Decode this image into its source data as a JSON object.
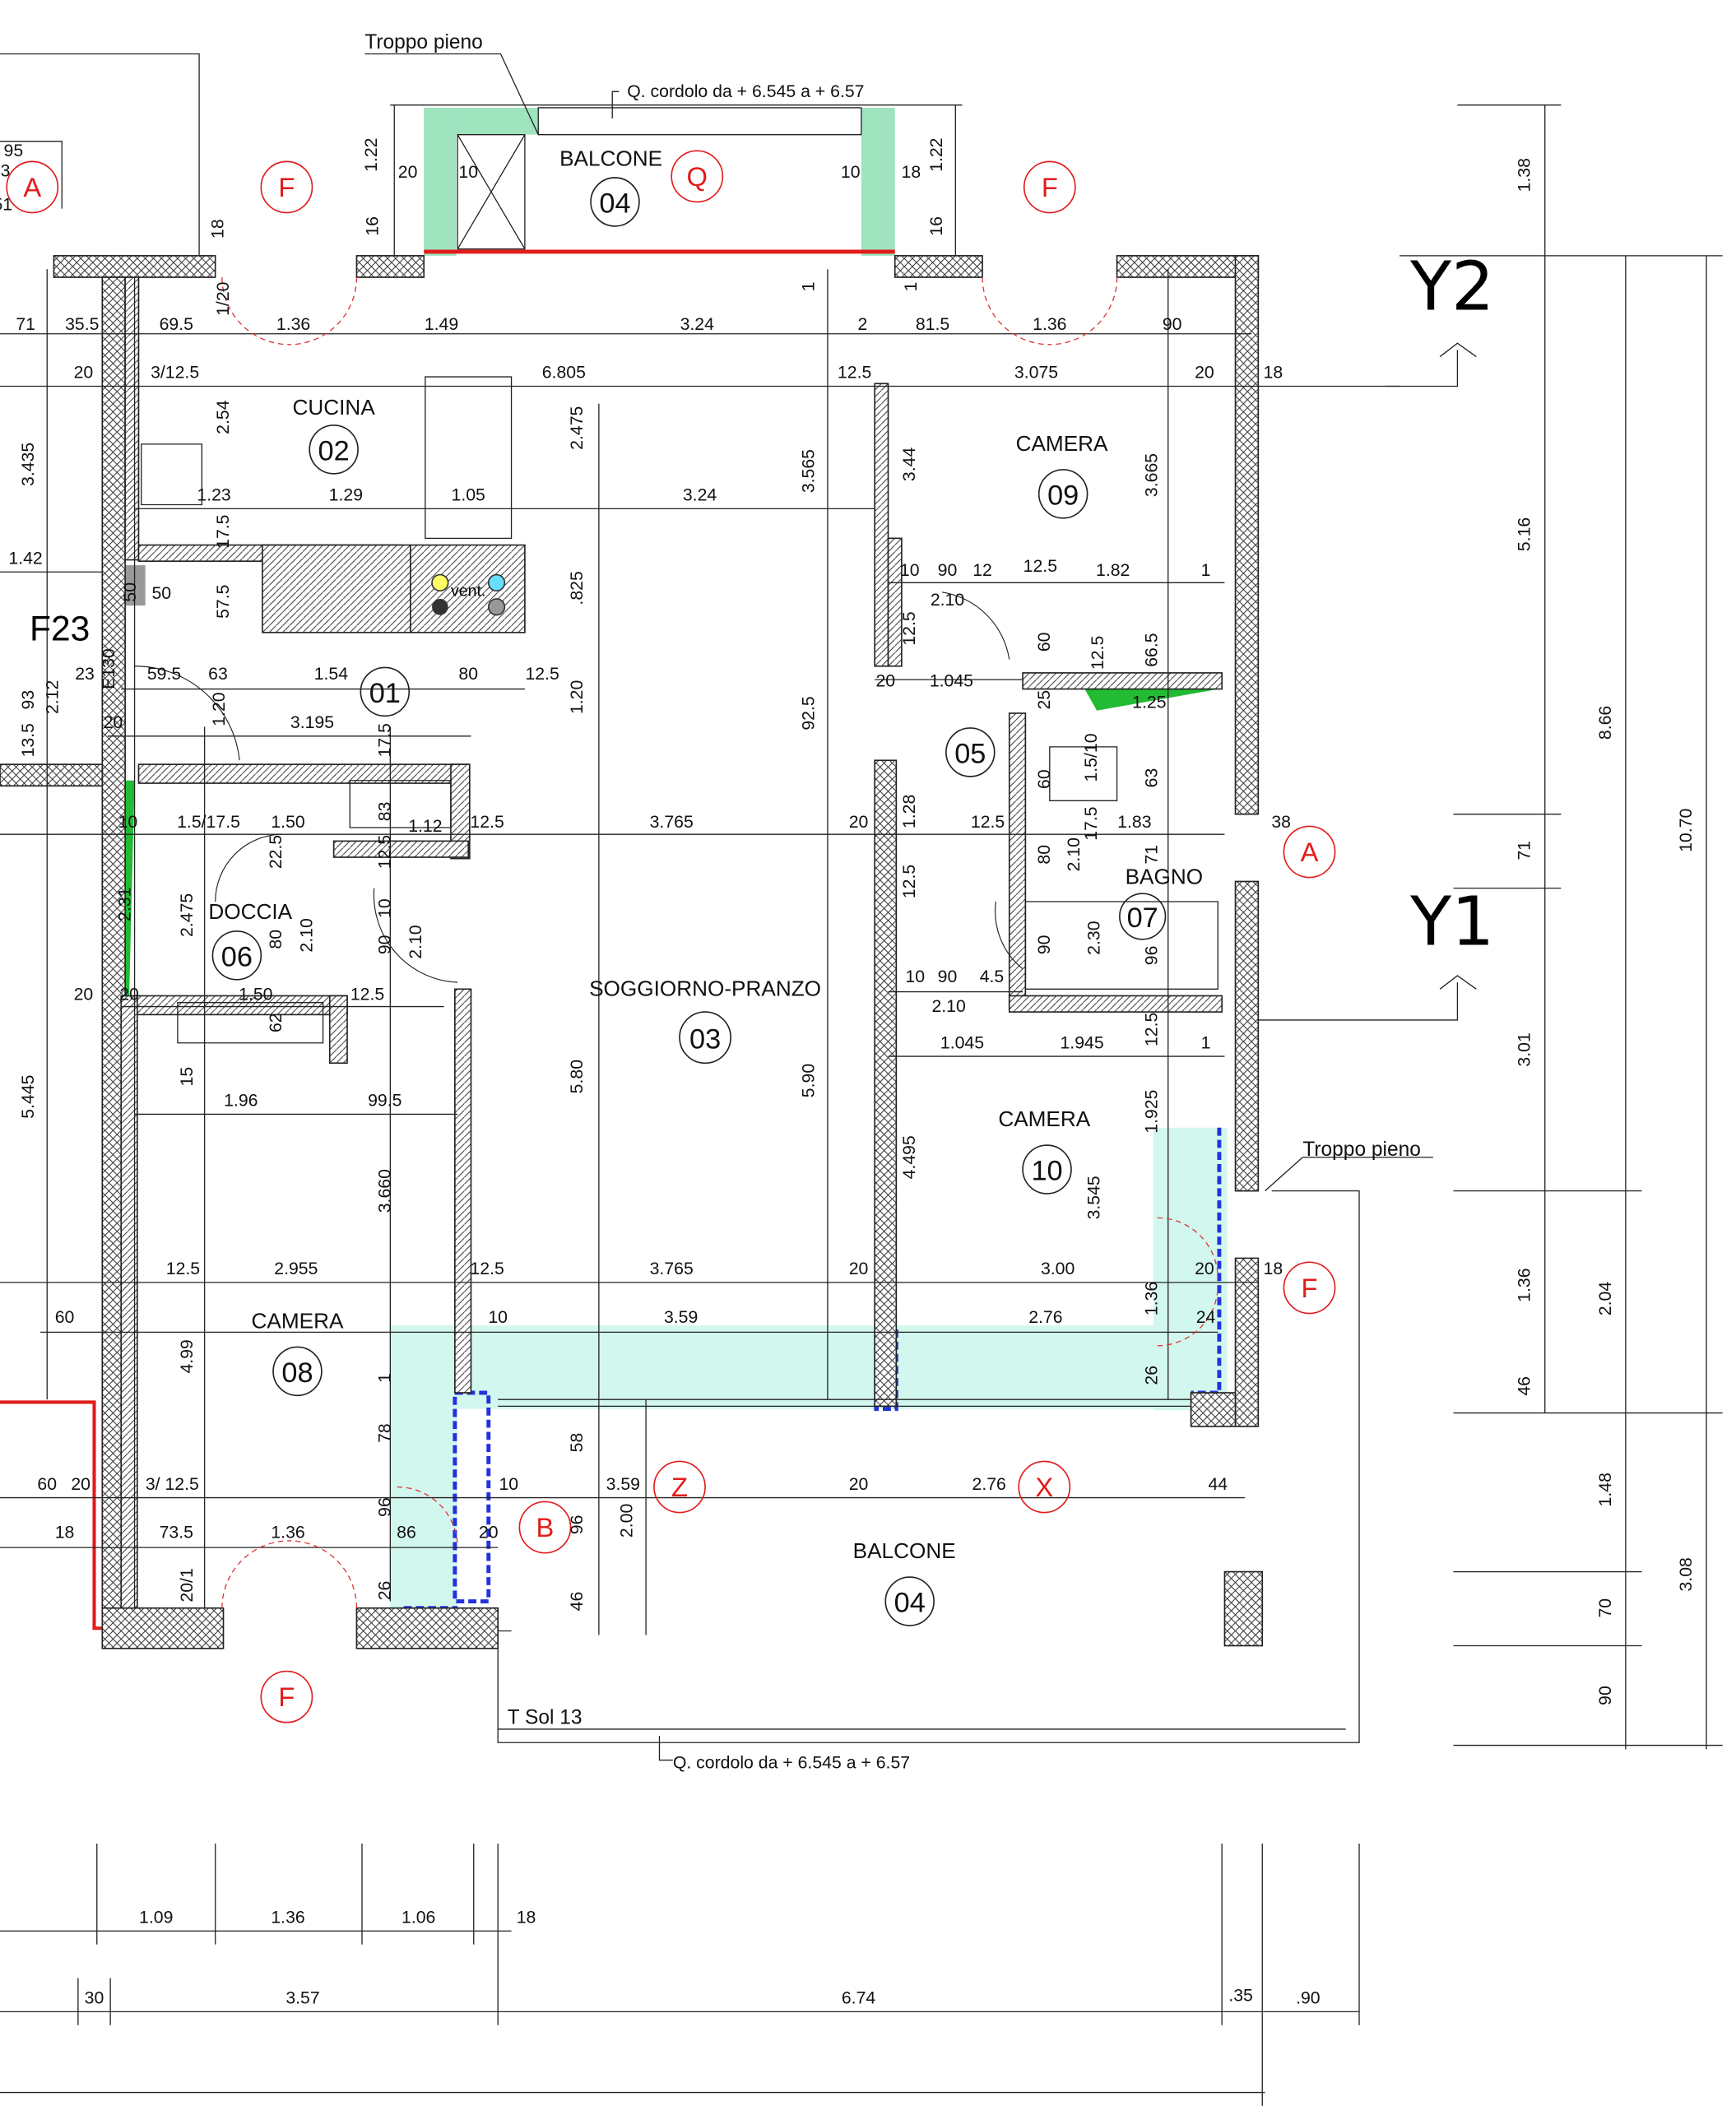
{
  "rooms": {
    "cucina": {
      "name": "CUCINA",
      "num": "02"
    },
    "soggiorno": {
      "name": "SOGGIORNO-PRANZO",
      "num": "03"
    },
    "balcone_top": {
      "name": "BALCONE",
      "num": "04"
    },
    "balcone_bottom": {
      "name": "BALCONE",
      "num": "04"
    },
    "ingresso": {
      "num": "01"
    },
    "disimpegno": {
      "num": "05"
    },
    "doccia": {
      "name": "DOCCIA",
      "num": "06"
    },
    "bagno": {
      "name": "BAGNO",
      "num": "07"
    },
    "camera08": {
      "name": "CAMERA",
      "num": "08"
    },
    "camera09": {
      "name": "CAMERA",
      "num": "09"
    },
    "camera10": {
      "name": "CAMERA",
      "num": "10"
    }
  },
  "markers": [
    "A",
    "F",
    "Q",
    "F",
    "A",
    "F",
    "B",
    "F",
    "Z",
    "X"
  ],
  "sections": {
    "y2": "Y2",
    "y1": "Y1"
  },
  "notes": {
    "troppo_pieno_top": "Troppo pieno",
    "troppo_pieno_right": "Troppo pieno",
    "cordolo_top": "Q. cordolo da + 6.545 a + 6.57",
    "cordolo_bottom": "Q. cordolo da + 6.545 a + 6.57",
    "t_sol": "T Sol 13",
    "vent": "vent.",
    "f23": "F23"
  },
  "colors": {
    "marker": "#e21b1b",
    "green": "#9fe3bf",
    "cyan": "#d2f7ee",
    "dashed": "#2233dd",
    "bright_green": "#22bb33"
  },
  "dims": [
    "95",
    "3",
    "51",
    "1.22",
    "20",
    "10",
    "10",
    "18",
    "1.22",
    "18",
    "16",
    "16",
    "1/20",
    "1",
    "1",
    "71",
    "35.5",
    "69.5",
    "1.36",
    "1.49",
    "3.24",
    "2",
    "81.5",
    "1.36",
    "90",
    "20",
    "3/12.5",
    "6.805",
    "12.5",
    "3.075",
    "20",
    "18",
    "3.435",
    "2.54",
    "2.475",
    "3.565",
    "3.44",
    "3.665",
    "1.23",
    "1.29",
    "1.05",
    "3.24",
    "1.42",
    "17.5",
    "57.5",
    "50",
    "50",
    ".825",
    "10",
    "90",
    "12",
    "12.5",
    "1.82",
    "1",
    "2.10",
    "60",
    "12.5",
    "66.5",
    "12.5",
    "23",
    "E130",
    "59.5",
    "63",
    "1.54",
    "80",
    "12.5",
    "20",
    "1.045",
    "93",
    "2.12",
    "1.20",
    "1.20",
    "92.5",
    "3.195",
    "20",
    "17.5",
    "13.5",
    "25",
    "1.25",
    "60",
    "1.5/10",
    "63",
    "17.5",
    "10",
    "1.5/17.5",
    "1.50",
    "83",
    "1.12",
    "12.5",
    "3.765",
    "20",
    "1.28",
    "12.5",
    "1.83",
    "38",
    "22.5",
    "12.5",
    "2.31",
    "2.475",
    "80",
    "2.10",
    "10",
    "90",
    "2.10",
    "80",
    "2.10",
    "71",
    "12.5",
    "90",
    "2.30",
    "96",
    "20",
    "20",
    "1.50",
    "12.5",
    "62",
    "10",
    "90",
    "4.5",
    "2.10",
    "12.5",
    "1.045",
    "1.945",
    "1",
    "15",
    "5.445",
    "5.80",
    "5.90",
    "1.96",
    "99.5",
    "1.925",
    "4.495",
    "3.545",
    "3.660",
    "12.5",
    "2.955",
    "12.5",
    "3.765",
    "20",
    "3.00",
    "20",
    "18",
    "1.36",
    "24",
    "60",
    "10",
    "3.59",
    "2.76",
    "4.99",
    "1",
    "26",
    "78",
    "58",
    "60",
    "20",
    "3/ 12.5",
    "10",
    "3.59",
    "20",
    "2.76",
    "44",
    "96",
    "2.00",
    "96",
    "18",
    "73.5",
    "1.36",
    "86",
    "20",
    "20/1",
    "26",
    "46",
    "1.09",
    "1.36",
    "1.06",
    "18",
    "30",
    "3.57",
    "6.74",
    ".35",
    ".90",
    "1.38",
    "5.16",
    "8.66",
    "10.70",
    "71",
    "3.01",
    "1.36",
    "2.04",
    "46",
    "1.48",
    "3.08",
    "70",
    "90"
  ]
}
